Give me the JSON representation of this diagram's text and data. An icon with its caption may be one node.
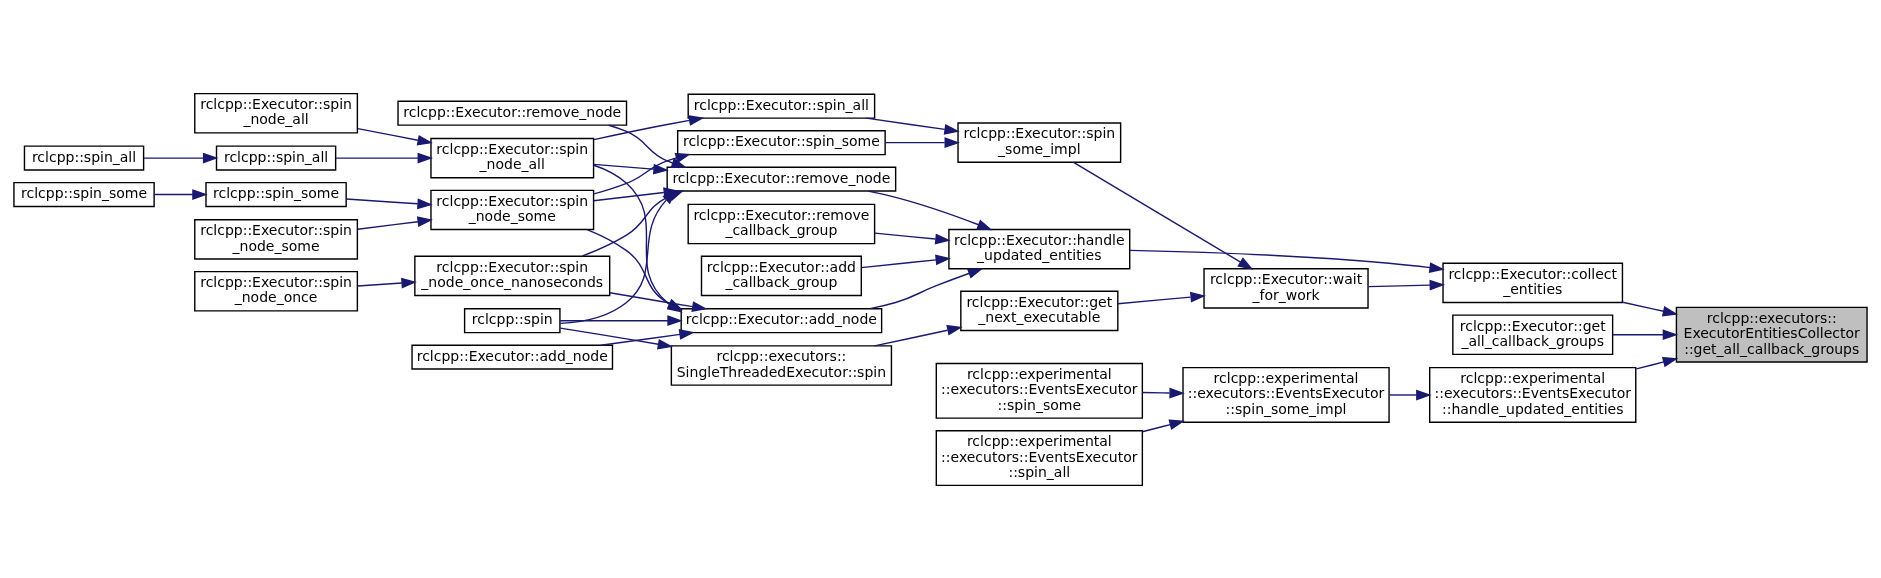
{
  "diagram": {
    "nodes": [
      {
        "text": [
          "rclcpp::spin_all"
        ]
      },
      {
        "text": [
          "rclcpp::spin_some"
        ]
      },
      {
        "text": [
          "rclcpp::Executor::spin _node_all"
        ]
      },
      {
        "text": [
          "rclcpp::spin_all"
        ]
      },
      {
        "text": [
          "rclcpp::spin_some"
        ]
      },
      {
        "text": [
          "rclcpp::Executor::spin _node_some"
        ]
      },
      {
        "text": [
          "rclcpp::Executor::spin _node_once"
        ]
      },
      {
        "text": [
          "rclcpp::Executor::spin _node_all"
        ]
      },
      {
        "text": [
          "rclcpp::Executor::spin _node_some"
        ]
      },
      {
        "text": [
          "rclcpp::Executor::remove_node"
        ]
      },
      {
        "text": [
          "rclcpp::Executor::spin _node_once_nanoseconds"
        ]
      },
      {
        "text": [
          "rclcpp::spin"
        ]
      },
      {
        "text": [
          "rclcpp::Executor::add_node"
        ]
      },
      {
        "text": [
          "rclcpp::Executor::spin_all"
        ]
      },
      {
        "text": [
          "rclcpp::Executor::spin_some"
        ]
      },
      {
        "text": [
          "rclcpp::Executor::remove_node"
        ]
      },
      {
        "text": [
          "rclcpp::Executor::add_node"
        ]
      },
      {
        "text": [
          "rclcpp::Executor::remove _callback_group"
        ]
      },
      {
        "text": [
          "rclcpp::Executor::add _callback_group"
        ]
      },
      {
        "text": [
          "rclcpp::executors:: SingleThreadedExecutor::spin"
        ]
      },
      {
        "text": [
          "rclcpp::Executor::spin _some_impl"
        ]
      },
      {
        "text": [
          "rclcpp::Executor::get _next_executable"
        ]
      },
      {
        "text": [
          "rclcpp::experimental ::executors::EventsExecutor ::spin_some"
        ]
      },
      {
        "text": [
          "rclcpp::experimental ::executors::EventsExecutor ::spin_all"
        ]
      },
      {
        "text": [
          "rclcpp::Executor::handle _updated_entities"
        ]
      },
      {
        "text": [
          "rclcpp::Executor::wait _for_work"
        ]
      },
      {
        "text": [
          "rclcpp::experimental ::executors::EventsExecutor ::spin_some_impl"
        ]
      },
      {
        "text": [
          "rclcpp::Executor::collect _entities"
        ]
      },
      {
        "text": [
          "rclcpp::Executor::get _all_callback_groups"
        ]
      },
      {
        "text": [
          "rclcpp::experimental ::executors::EventsExecutor ::handle_updated_entities"
        ]
      },
      {
        "text": [
          "rclcpp::executors:: ExecutorEntitiesCollector ::get_all_callback_groups"
        ]
      }
    ],
    "edges": [
      {
        "from": 0,
        "to": 3,
        "arrow": "to"
      },
      {
        "from": 1,
        "to": 4,
        "arrow": "to"
      },
      {
        "from": 2,
        "to": 7,
        "arrow": "to"
      },
      {
        "from": 3,
        "to": 7,
        "arrow": "to"
      },
      {
        "from": 4,
        "to": 8,
        "arrow": "to"
      },
      {
        "from": 5,
        "to": 8,
        "arrow": "to"
      },
      {
        "from": 6,
        "to": 10,
        "arrow": "to"
      },
      {
        "from": 7,
        "to": 13,
        "arrow": "to"
      },
      {
        "from": 7,
        "to": 15,
        "arrow": "to"
      },
      {
        "from": 7,
        "to": 16,
        "arrow": "to"
      },
      {
        "from": 8,
        "to": 14,
        "arrow": "to"
      },
      {
        "from": 8,
        "to": 15,
        "arrow": "to"
      },
      {
        "from": 8,
        "to": 16,
        "arrow": "to"
      },
      {
        "from": 9,
        "to": 15,
        "arrow": "to"
      },
      {
        "from": 10,
        "to": 15,
        "arrow": "to"
      },
      {
        "from": 10,
        "to": 16,
        "arrow": "to"
      },
      {
        "from": 11,
        "to": 15,
        "arrow": "to"
      },
      {
        "from": 11,
        "to": 16,
        "arrow": "to"
      },
      {
        "from": 11,
        "to": 19,
        "arrow": "to"
      },
      {
        "from": 12,
        "to": 16,
        "arrow": "to"
      },
      {
        "from": 13,
        "to": 20,
        "arrow": "to"
      },
      {
        "from": 14,
        "to": 20,
        "arrow": "to"
      },
      {
        "from": 15,
        "to": 24,
        "arrow": "to"
      },
      {
        "from": 16,
        "to": 24,
        "arrow": "to"
      },
      {
        "from": 17,
        "to": 24,
        "arrow": "to"
      },
      {
        "from": 18,
        "to": 24,
        "arrow": "to"
      },
      {
        "from": 19,
        "to": 21,
        "arrow": "to"
      },
      {
        "from": 20,
        "to": 25,
        "arrow": "to"
      },
      {
        "from": 21,
        "to": 25,
        "arrow": "to"
      },
      {
        "from": 22,
        "to": 26,
        "arrow": "to"
      },
      {
        "from": 23,
        "to": 26,
        "arrow": "to"
      },
      {
        "from": 24,
        "to": 27,
        "arrow": "to"
      },
      {
        "from": 25,
        "to": 27,
        "arrow": "to"
      },
      {
        "from": 26,
        "to": 29,
        "arrow": "to"
      },
      {
        "from": 27,
        "to": 30,
        "arrow": "to"
      },
      {
        "from": 28,
        "to": 30,
        "arrow": "to"
      },
      {
        "from": 29,
        "to": 30,
        "arrow": "to"
      }
    ]
  }
}
